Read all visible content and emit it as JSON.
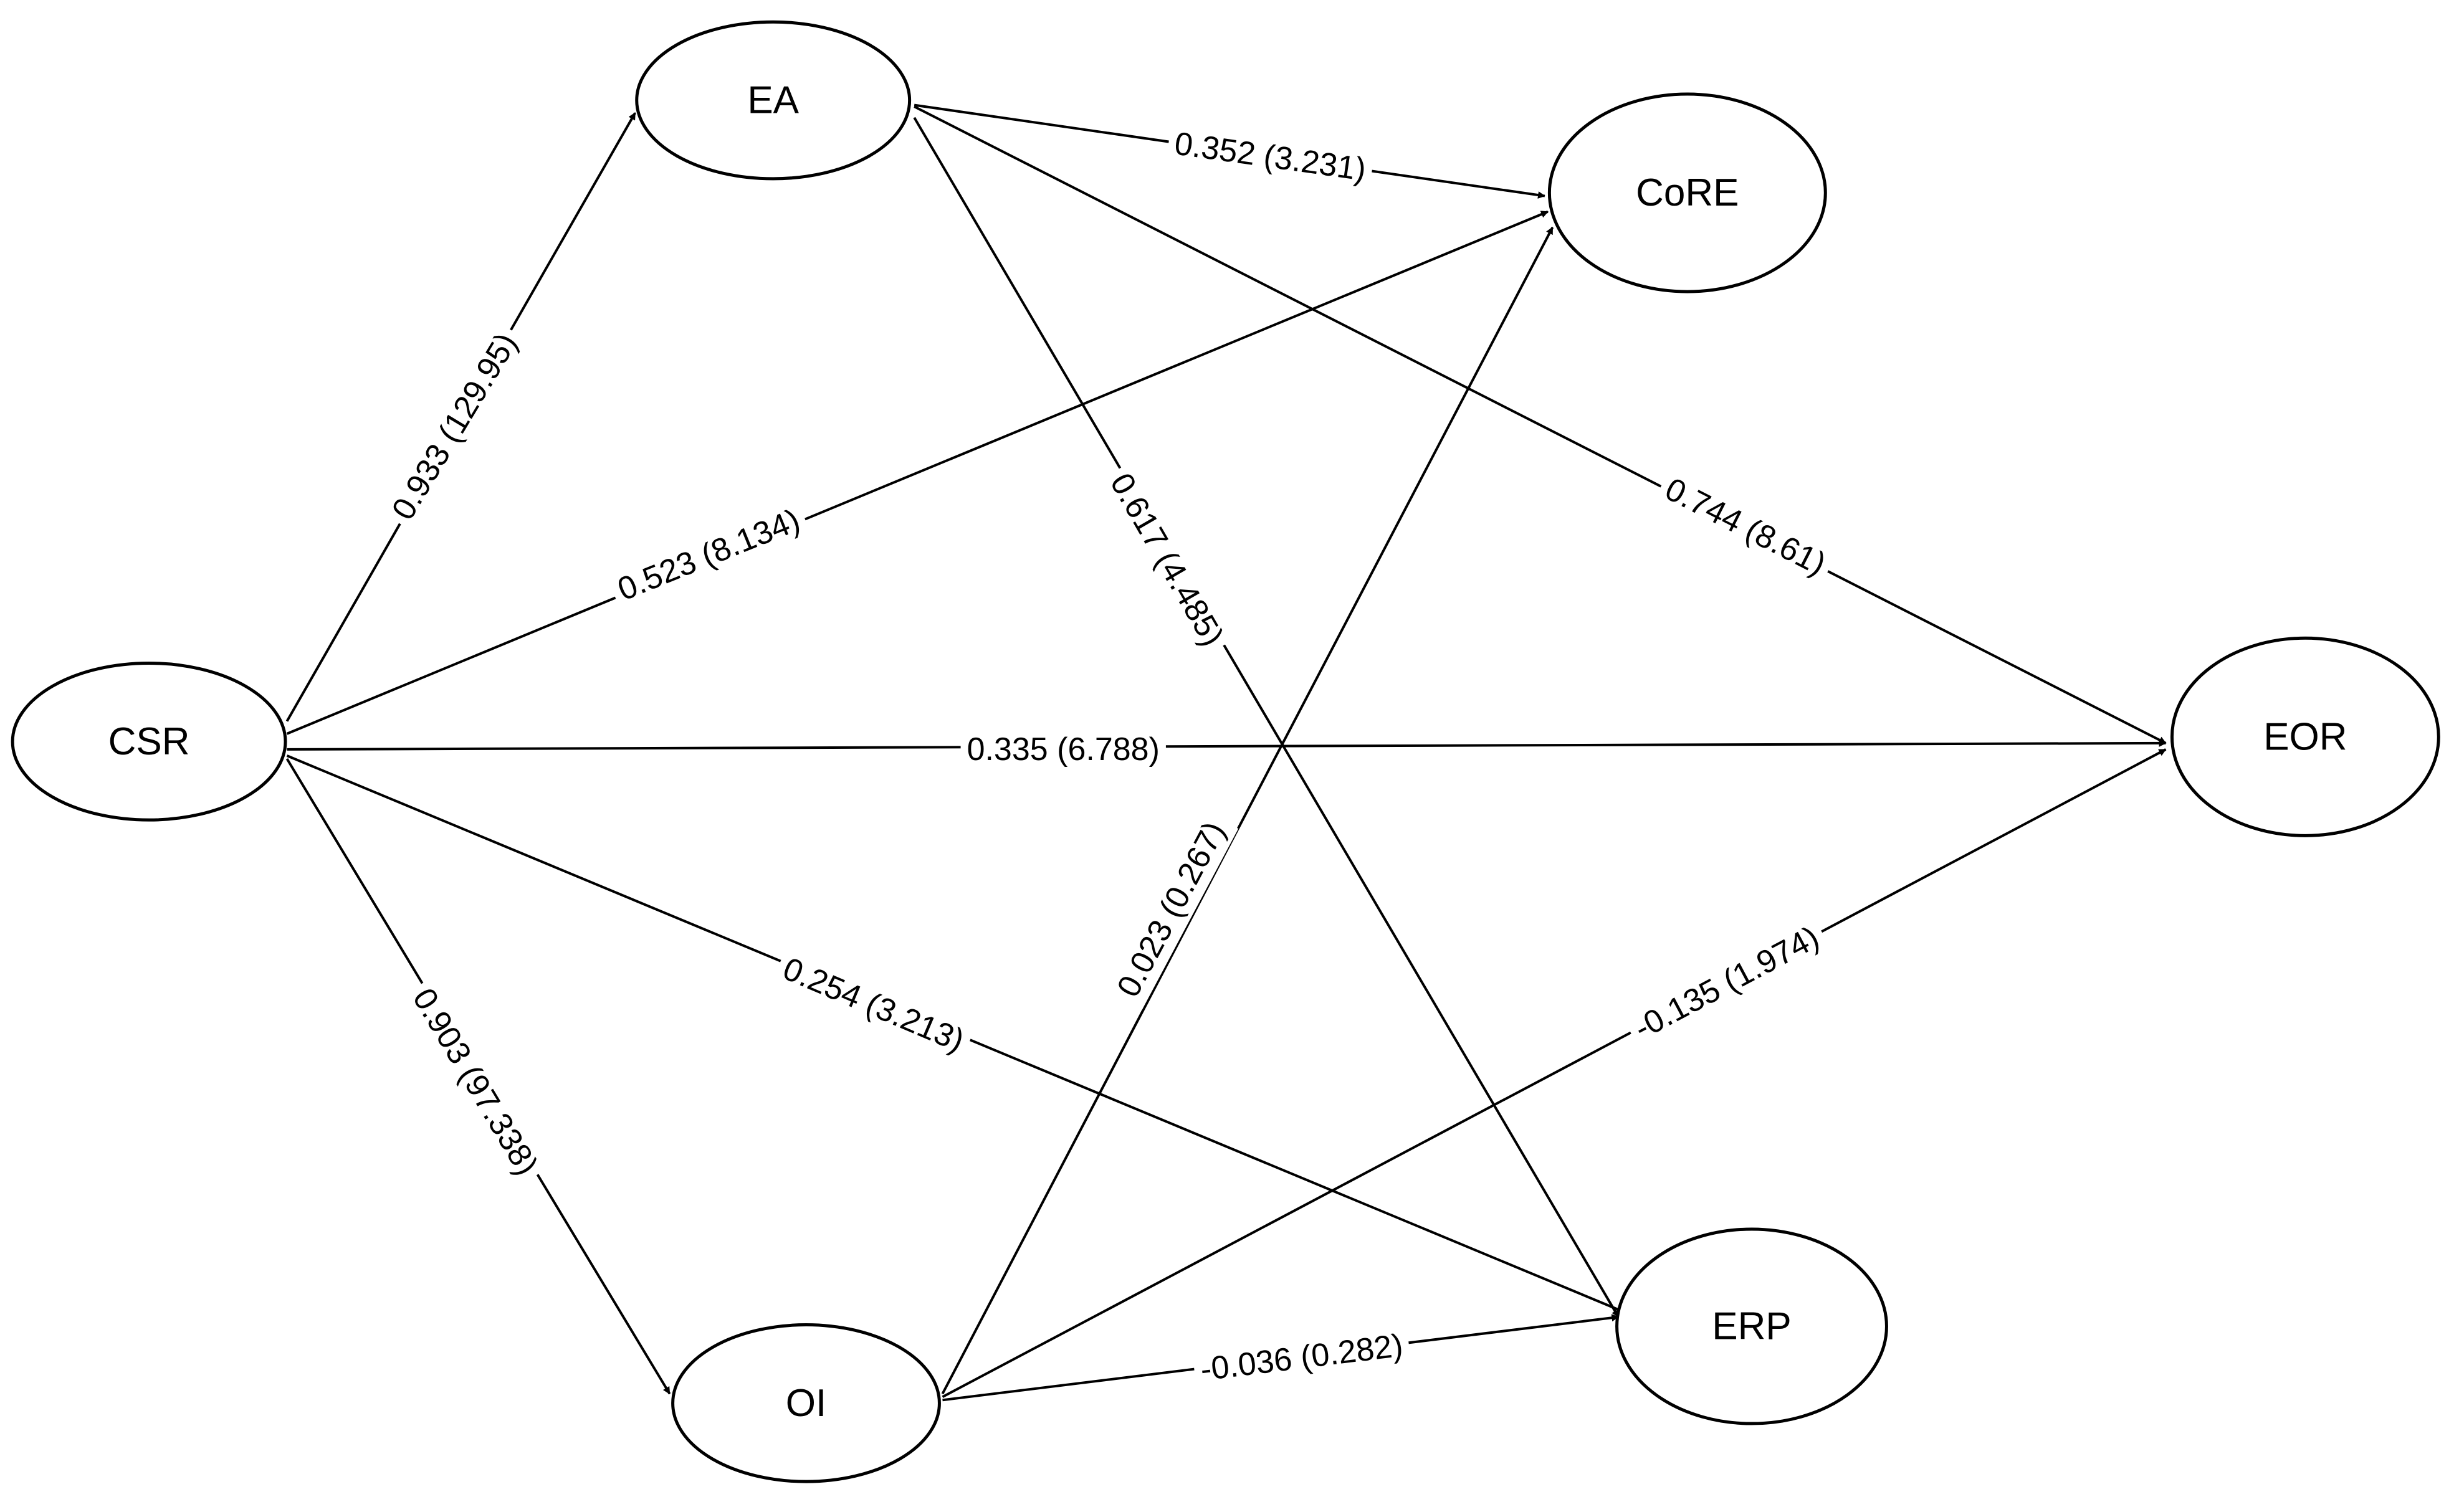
{
  "colors": {
    "background": "#ffffff",
    "stroke": "#000000",
    "text": "#000000"
  },
  "nodes": {
    "csr": "CSR",
    "ea": "EA",
    "oi": "OI",
    "core": "CoRE",
    "eor": "EOR",
    "erp": "ERP"
  },
  "paths": [
    {
      "from": "CSR",
      "to": "EA",
      "label": "0.933 (129.95)"
    },
    {
      "from": "CSR",
      "to": "CoRE",
      "label": "0.523 (8.134)"
    },
    {
      "from": "CSR",
      "to": "EOR",
      "label": "0.335 (6.788)"
    },
    {
      "from": "CSR",
      "to": "ERP",
      "label": "0.254 (3.213)"
    },
    {
      "from": "CSR",
      "to": "OI",
      "label": "0.903 (97.338)"
    },
    {
      "from": "EA",
      "to": "CoRE",
      "label": "0.352 (3.231)"
    },
    {
      "from": "EA",
      "to": "EOR",
      "label": "0.744 (8.61)"
    },
    {
      "from": "EA",
      "to": "ERP",
      "label": "0.617 (4.485)"
    },
    {
      "from": "OI",
      "to": "CoRE",
      "label": "0.023 (0.267)"
    },
    {
      "from": "OI",
      "to": "EOR",
      "label": "-0.135 (1.974)"
    },
    {
      "from": "OI",
      "to": "ERP",
      "label": "-0.036 (0.282)"
    }
  ]
}
